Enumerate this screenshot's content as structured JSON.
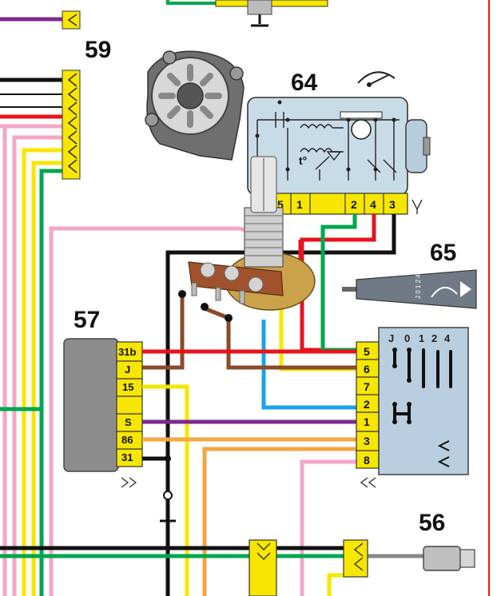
{
  "components": {
    "c59": {
      "label": "59"
    },
    "c64": {
      "label": "64",
      "pins": [
        "5",
        "1",
        "2",
        "4",
        "3"
      ],
      "thermal_mark": "t°"
    },
    "c65": {
      "label": "65",
      "stalk_positions": "J 0 1 2 4"
    },
    "c57": {
      "label": "57",
      "pins": [
        "31b",
        "J",
        "15",
        "S",
        "86",
        "31"
      ]
    },
    "c56": {
      "label": "56"
    },
    "switch": {
      "pins": [
        "5",
        "6",
        "7",
        "2",
        "1",
        "3",
        "8"
      ],
      "positions": [
        "J",
        "0",
        "1",
        "2",
        "4"
      ]
    }
  },
  "colors": {
    "connector": "#f7e600",
    "red": "#e8141c",
    "green": "#00a650",
    "black": "#111111",
    "blue": "#1aa3e8",
    "yellow": "#f7e600",
    "purple": "#7b2a8c",
    "orange": "#f4a640",
    "pink": "#f4a6c8",
    "brown": "#8b4a2b",
    "motor_body": "#c8dce8",
    "module_gray": "#8c8c8c",
    "switch_body": "#b9cfe0"
  }
}
